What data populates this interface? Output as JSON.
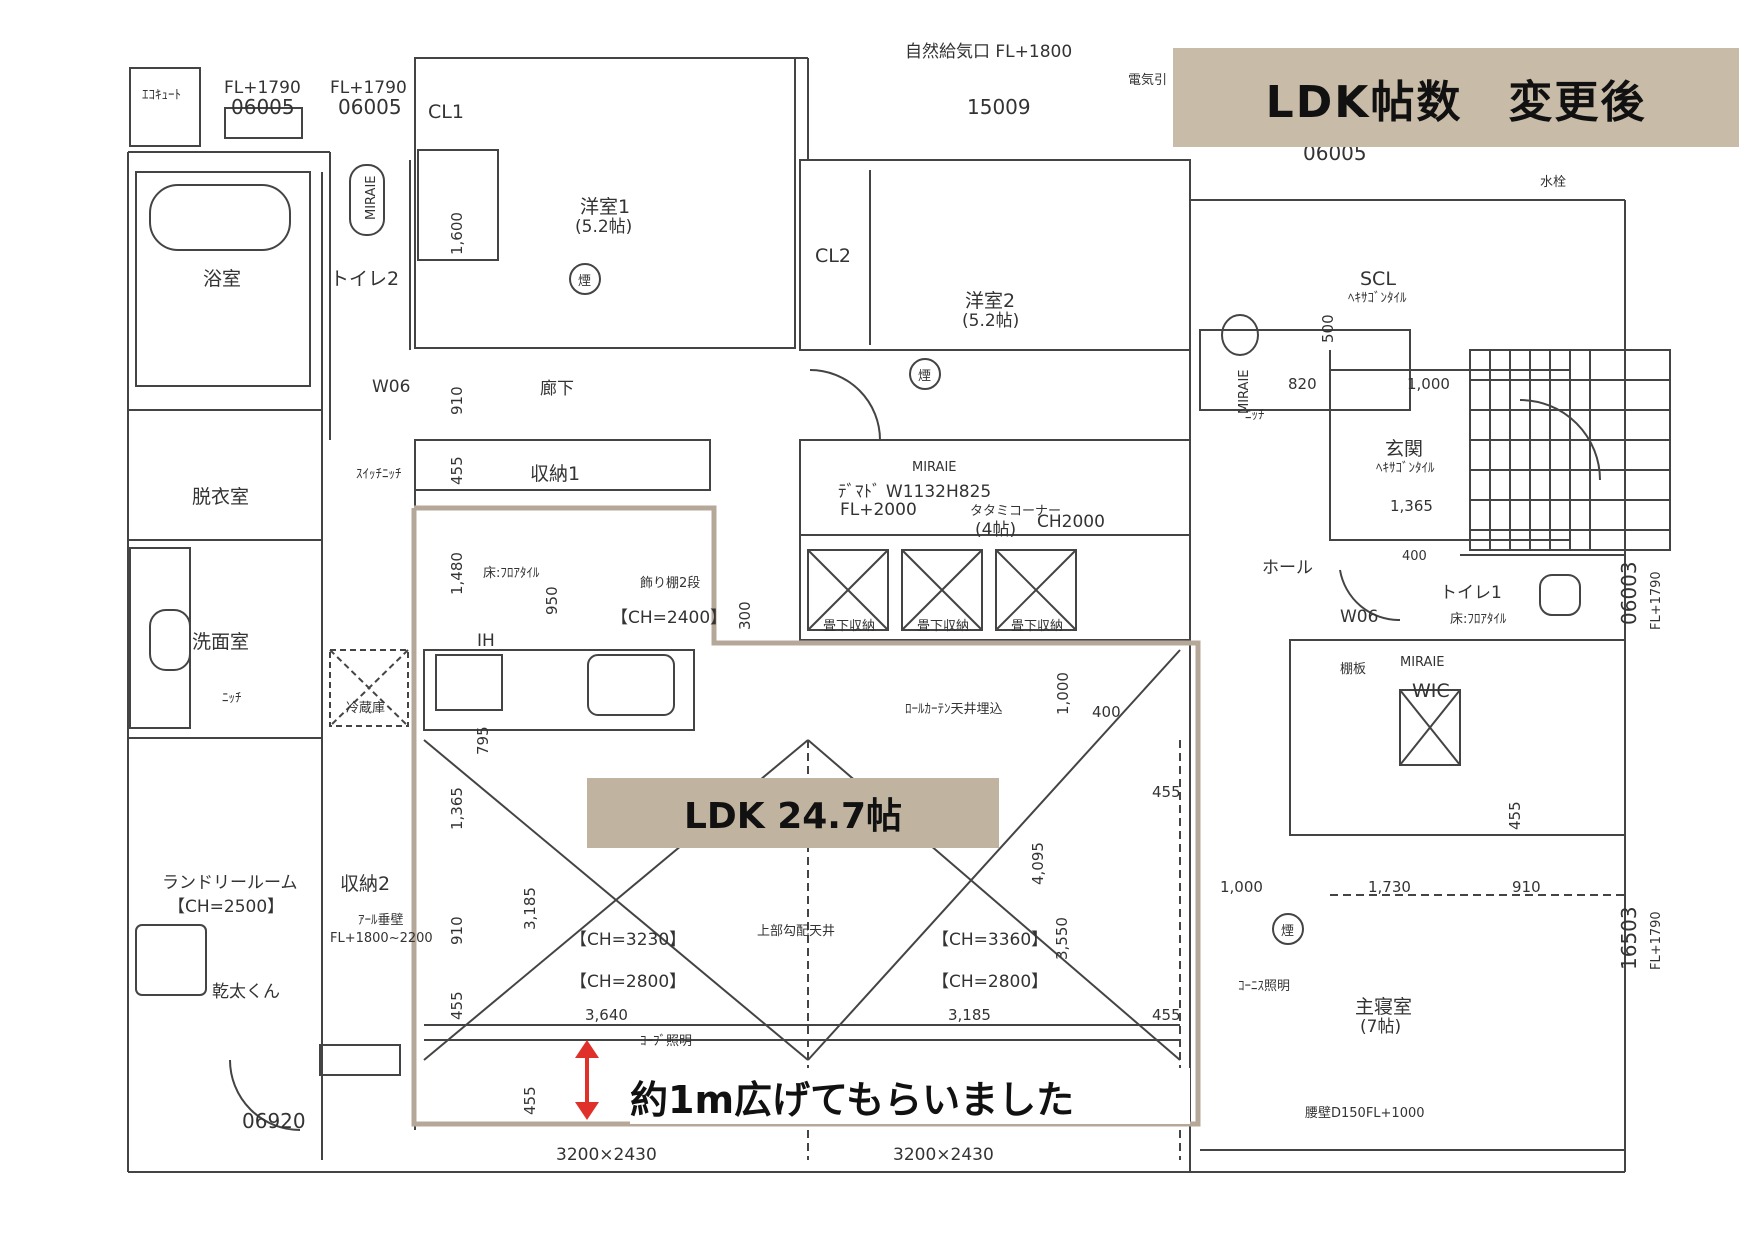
{
  "heading": "LDK帖数　変更後",
  "ldk_label": "LDK 24.7帖",
  "note": "約1m広げてもらいました",
  "colors": {
    "accent_box": "#c8bba7",
    "outline": "#b5a898",
    "arrow": "#e0302a"
  },
  "rooms": {
    "bath": "浴室",
    "toilet2": "トイレ2",
    "dressing": "脱衣室",
    "washroom": "洗面室",
    "laundry": "ランドリールーム",
    "laundry_ch": "【CH=2500】",
    "western1": "洋室1",
    "western1_size": "(5.2帖)",
    "western2": "洋室2",
    "western2_size": "(5.2帖)",
    "cl1": "CL1",
    "cl2": "CL2",
    "corridor": "廊下",
    "storage1": "収納1",
    "storage2": "収納2",
    "scl": "SCL",
    "scl_tile": "ﾍｷｻｺﾞﾝﾀｲﾙ",
    "entrance": "玄関",
    "entrance_tile": "ﾍｷｻｺﾞﾝﾀｲﾙ",
    "hall": "ホール",
    "toilet1": "トイレ1",
    "wic": "WIC",
    "master": "主寝室",
    "master_size": "(7帖)",
    "tatami": "タタミコーナー",
    "tatami_size": "(4帖)"
  },
  "labels": {
    "ecocute": "ｴｺｷｭｰﾄ",
    "fl1790a": "FL+1790",
    "fl1790b": "FL+1790",
    "code06005a": "06005",
    "code06005b": "06005",
    "code15009": "15009",
    "code06005c": "06005",
    "code06003": "06003",
    "fl1790c": "FL+1790",
    "code16503": "16503",
    "fl1790d": "FL+1790",
    "code06920": "06920",
    "vent": "自然給気口 FL+1800",
    "denki": "電気引",
    "suisen": "水栓",
    "mirai1": "MIRAIE",
    "mirai2": "MIRAIE",
    "mirai3": "MIRAIE",
    "mirai4": "MIRAIE",
    "smoke": "煙",
    "w06a": "W06",
    "w06b": "W06",
    "switch_niche": "ｽｲｯﾁﾆｯﾁ",
    "niche1": "ﾆｯﾁ",
    "niche2": "ﾆｯﾁ",
    "fridge": "冷蔵庫",
    "kantakun": "乾太くん",
    "arch": "ｱｰﾙ垂壁",
    "arch_fl": "FL+1800~2200",
    "floor_tile1": "床:ﾌﾛｱﾀｲﾙ",
    "floor_tile2": "床:ﾌﾛｱﾀｲﾙ",
    "deco_shelf": "飾り棚2段",
    "ch2400": "【CH=2400】",
    "ih": "IH",
    "demado": "ﾃﾞﾏﾄﾞ W1132H825",
    "demado_fl": "FL+2000",
    "ch2000": "CH2000",
    "tatami_storage1": "畳下収納",
    "tatami_storage2": "畳下収納",
    "tatami_storage3": "畳下収納",
    "roll_curtain": "ﾛｰﾙｶｰﾃﾝ天井埋込",
    "slope_ceiling": "上部勾配天井",
    "ch3230": "【CH=3230】",
    "ch2800a": "【CH=2800】",
    "ch3360": "【CH=3360】",
    "ch2800b": "【CH=2800】",
    "cove_light": "ｺｰﾌﾞ照明",
    "cornice_light": "ｺｰﾆｽ照明",
    "waist_wall": "腰壁D150FL+1000",
    "shelf_board": "棚板",
    "window1": "3200×2430",
    "window2": "3200×2430"
  },
  "dims": {
    "d1600": "1,600",
    "d910a": "910",
    "d455a": "455",
    "d1480": "1,480",
    "d950": "950",
    "d300": "300",
    "d795": "795",
    "d1365a": "1,365",
    "d3185v": "3,185",
    "d910b": "910",
    "d455b": "455",
    "d455c": "455",
    "d3640": "3,640",
    "d3185h": "3,185",
    "d455d": "455",
    "d1000": "1,000",
    "d400a": "400",
    "d455e": "455",
    "d4095": "4,095",
    "d3550": "3,550",
    "d500": "500",
    "d820": "820",
    "d1000b": "1,000",
    "d1365b": "1,365",
    "d400b": "400",
    "d455f": "455",
    "d1000c": "1,000",
    "d1730": "1,730",
    "d910c": "910"
  }
}
